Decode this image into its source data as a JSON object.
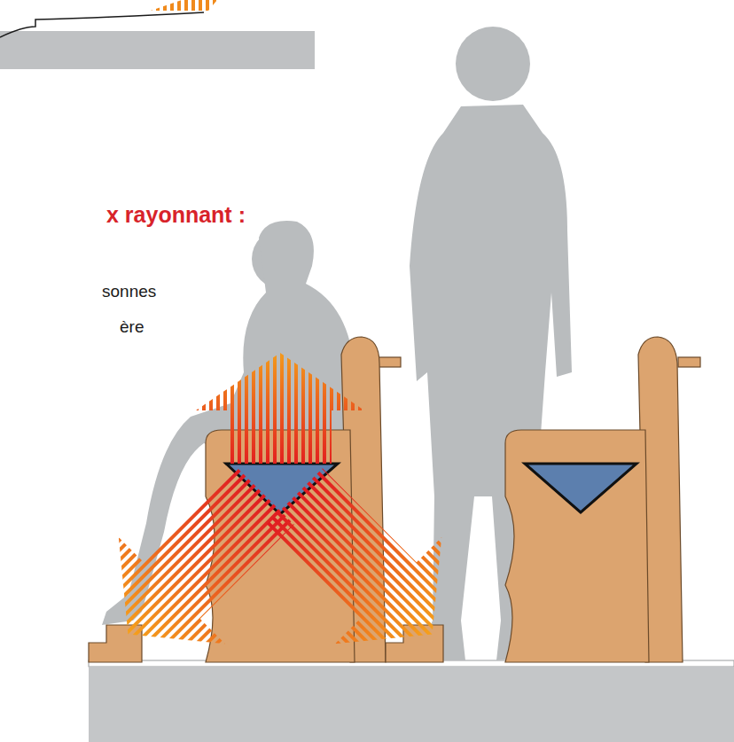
{
  "diagram": {
    "labels": [
      "x rayonnant :",
      "sonnes",
      "ère"
    ]
  }
}
